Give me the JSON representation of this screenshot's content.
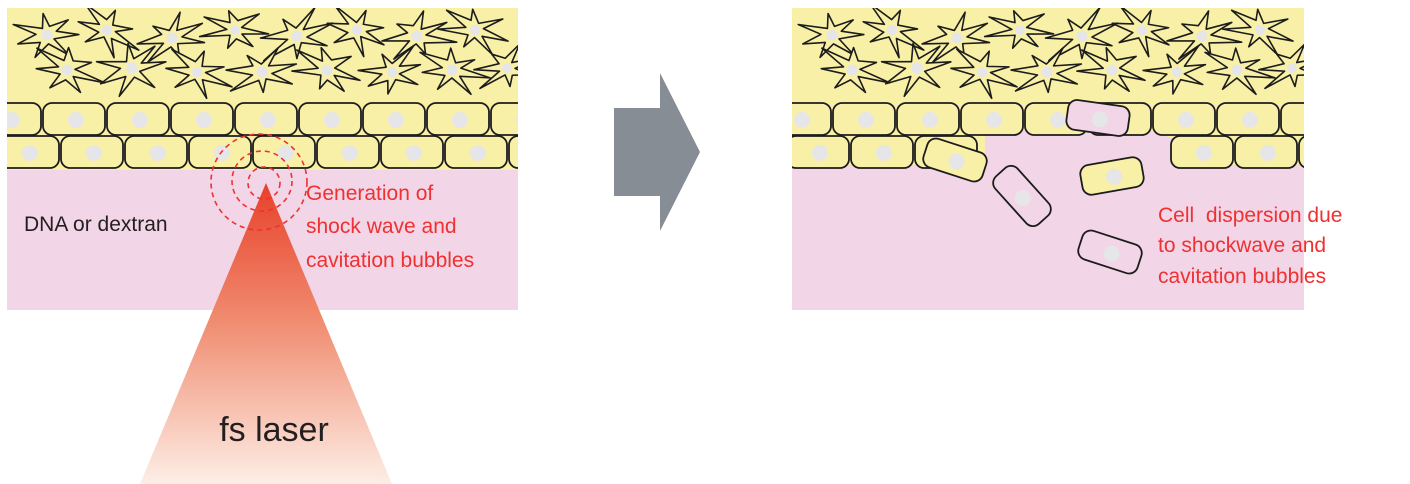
{
  "left_panel": {
    "medium_label": "DNA or dextran",
    "annotation_lines": [
      "Generation of",
      "shock wave and",
      "cavitation bubbles"
    ],
    "laser_label": "fs laser"
  },
  "right_panel": {
    "annotation_lines": [
      "Cell  dispersion due",
      "to shockwave and",
      "cavitation bubbles"
    ]
  },
  "colors": {
    "tissue_yellow": "#f8f0a6",
    "medium_pink": "#f2d5e6",
    "nucleus": "#e6e6e8",
    "annotation_red": "#ee3131",
    "arrow_gray": "#878d94",
    "laser_top": "#e8402a",
    "laser_bottom": "#fbe3d8"
  }
}
